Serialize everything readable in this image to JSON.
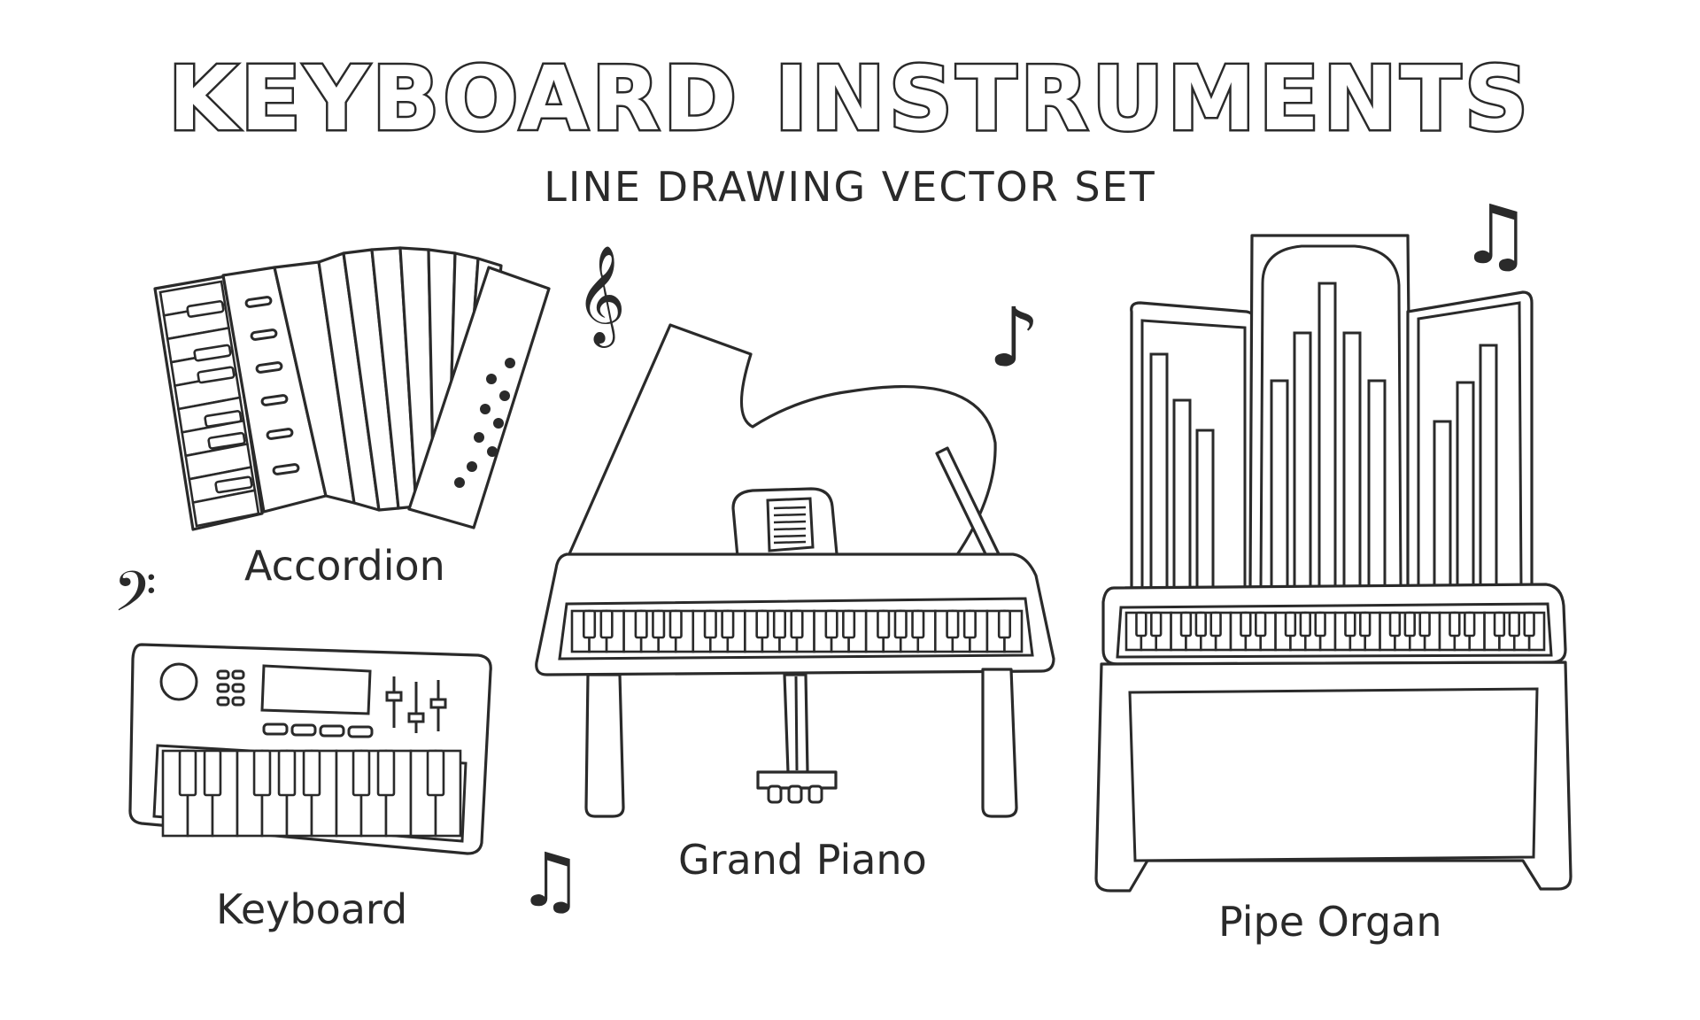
{
  "header": {
    "title": "KEYBOARD INSTRUMENTS",
    "subtitle": "LINE DRAWING VECTOR SET"
  },
  "labels": {
    "accordion": "Accordion",
    "keyboard": "Keyboard",
    "grand_piano": "Grand Piano",
    "pipe_organ": "Pipe Organ"
  },
  "symbols": {
    "treble_clef": "𝄞",
    "bass_clef": "𝄢",
    "eighth_note": "♪",
    "beamed_notes": "♫"
  },
  "colors": {
    "line": "#2a2a2a",
    "background": "#ffffff"
  }
}
